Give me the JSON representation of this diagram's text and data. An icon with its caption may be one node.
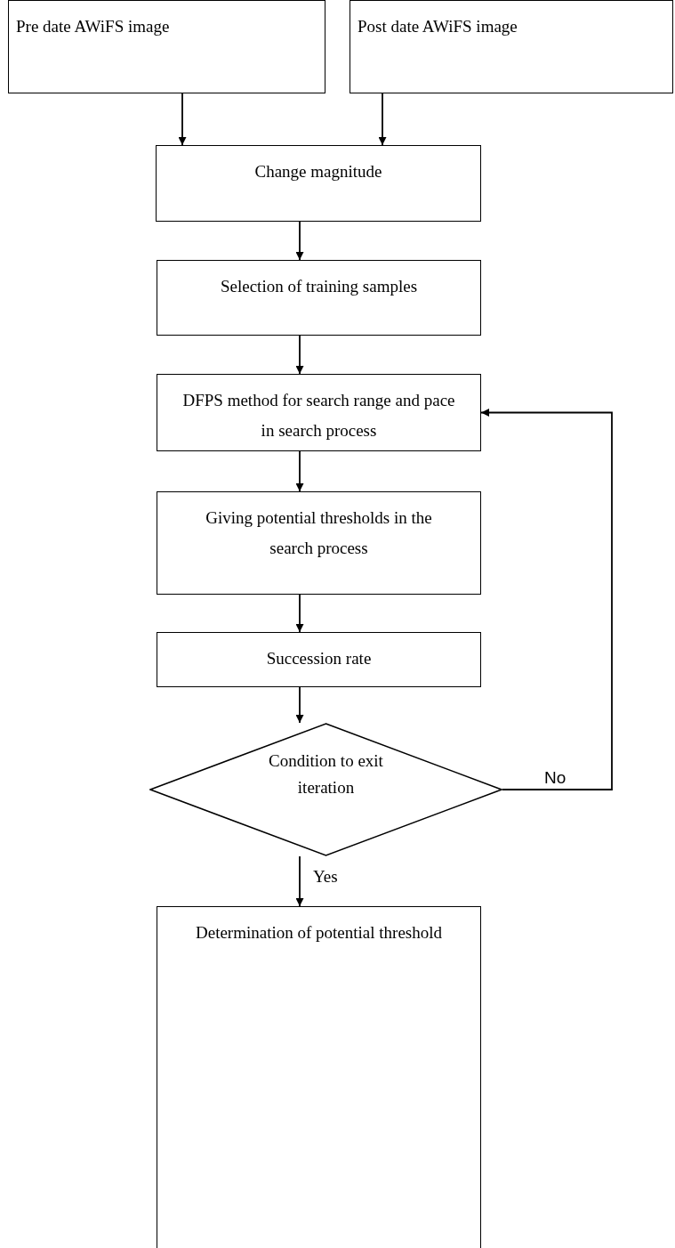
{
  "diagram": {
    "nodes": [
      {
        "text": [
          "Pre date AWiFS image"
        ]
      },
      {
        "text": [
          "Post date AWiFS image"
        ]
      },
      {
        "text": [
          "Change magnitude"
        ]
      },
      {
        "text": [
          "Selection of training samples"
        ]
      },
      {
        "text": [
          "DFPS method for search range and pace in search process"
        ]
      },
      {
        "text": [
          "Giving potential thresholds in the search process"
        ]
      },
      {
        "text": [
          "Succession rate"
        ]
      },
      {
        "text": [
          "Condition to exit iteration"
        ]
      },
      {
        "text": [
          "Determination of potential threshold"
        ]
      }
    ],
    "edges": [
      {
        "from": 0,
        "to": 2,
        "arrow": "to"
      },
      {
        "from": 1,
        "to": 2,
        "arrow": "to"
      },
      {
        "from": 2,
        "to": 3,
        "arrow": "to"
      },
      {
        "from": 3,
        "to": 4,
        "arrow": "to"
      },
      {
        "from": 4,
        "to": 5,
        "arrow": "to"
      },
      {
        "from": 5,
        "to": 6,
        "arrow": "to"
      },
      {
        "from": 6,
        "to": 7,
        "arrow": "to"
      },
      {
        "from": 7,
        "to": 8,
        "arrow": "to",
        "label": "Yes"
      },
      {
        "from": 7,
        "to": 4,
        "arrow": "to",
        "label": "No"
      }
    ]
  }
}
